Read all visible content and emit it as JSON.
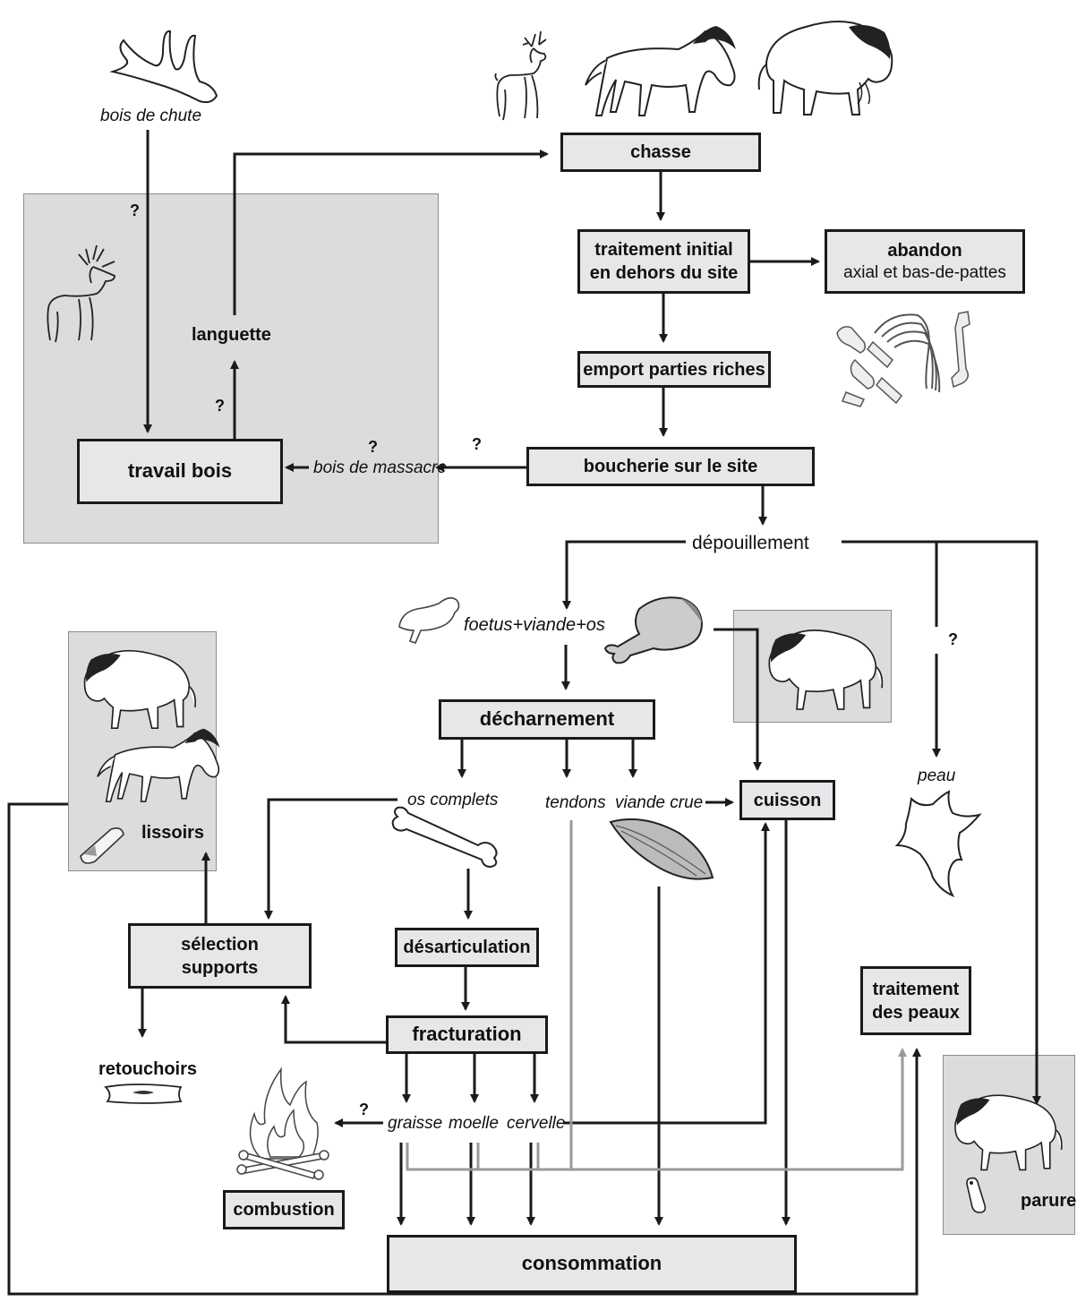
{
  "processes": {
    "chasse": "chasse",
    "traitement_line1": "traitement initial",
    "traitement_line2": "en dehors du site",
    "abandon": "abandon",
    "abandon_detail": "axial et bas-de-pattes",
    "emport": "emport parties riches",
    "boucherie": "boucherie sur le site",
    "travail_bois": "travail bois",
    "decharnement": "décharnement",
    "cuisson": "cuisson",
    "selection_line1": "sélection",
    "selection_line2": "supports",
    "desarticulation": "désarticulation",
    "fracturation": "fracturation",
    "traitement_peaux_line1": "traitement",
    "traitement_peaux_line2": "des peaux",
    "combustion": "combustion",
    "consommation": "consommation"
  },
  "labels": {
    "bois_de_chute": "bois de chute",
    "languette": "languette",
    "bois_de_massacre": "bois de massacre",
    "depouillement": "dépouillement",
    "foetus": "foetus+viande+os",
    "os_complets": "os complets",
    "tendons": "tendons",
    "viande_crue": "viande crue",
    "peau": "peau",
    "lissoirs": "lissoirs",
    "retouchoirs": "retouchoirs",
    "graisse": "graisse",
    "moelle": "moelle",
    "cervelle": "cervelle",
    "parure": "parure",
    "question": "?"
  },
  "colors": {
    "line": "#1a1a1a",
    "grey_line": "#9a9a9a",
    "box_fill": "#e7e7ea",
    "panel_fill": "#dcdcdf"
  },
  "icons": [
    "antler-icon",
    "reindeer-icon",
    "horse-icon",
    "bison-icon",
    "bones-icon",
    "fetus-icon",
    "ham-icon",
    "bone-icon",
    "muscle-icon",
    "hide-icon",
    "fire-icon",
    "smoother-icon",
    "retoucher-icon",
    "pendant-icon"
  ]
}
